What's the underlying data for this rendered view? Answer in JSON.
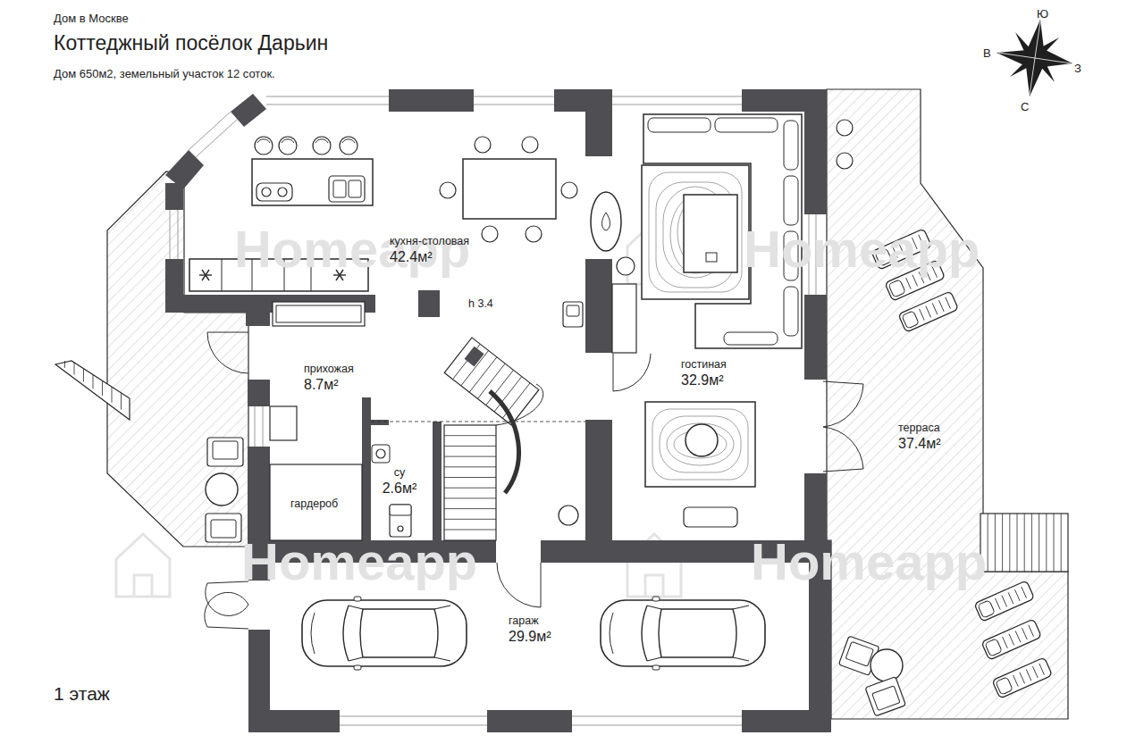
{
  "diagram": {
    "title": "Коттеджный посёлок Дарьин",
    "nodes": [
      {
        "text": [
          "кухня-столовая",
          "42.4м²"
        ]
      },
      {
        "text": [
          "прихожая",
          "8.7м²"
        ]
      },
      {
        "text": [
          "гостиная",
          "32.9м²"
        ]
      },
      {
        "text": [
          "терраса",
          "37.4м²"
        ]
      },
      {
        "text": [
          "су",
          "2.6м²"
        ]
      },
      {
        "text": [
          "гардероб"
        ]
      },
      {
        "text": [
          "гараж",
          "29.9м²"
        ]
      }
    ],
    "labels": [
      "Дом в Москве",
      "Дом 650м2, земельный участок 12 соток.",
      "Ю",
      "В",
      "З",
      "С",
      "h 3.4",
      "1 этаж",
      "Homeapp",
      "Homeapp",
      "Homeapp",
      "Homeapp"
    ]
  }
}
